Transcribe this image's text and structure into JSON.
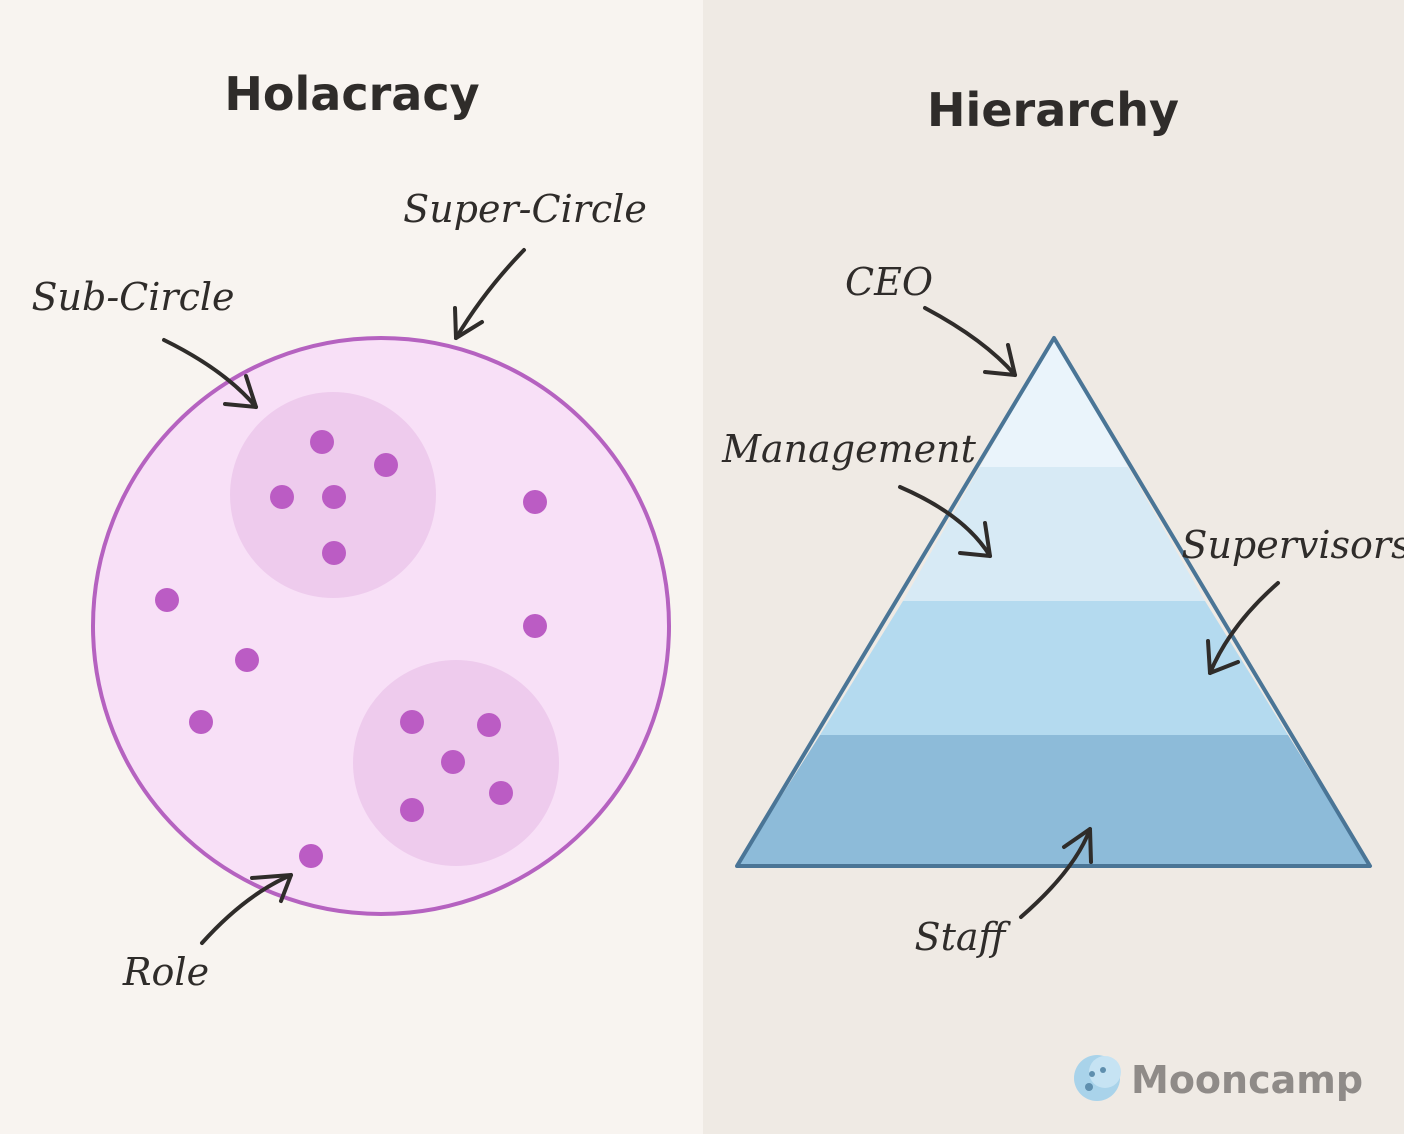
{
  "holacracy": {
    "title": "Holacracy",
    "labels": {
      "super_circle": "Super-Circle",
      "sub_circle": "Sub-Circle",
      "role": "Role"
    },
    "colors": {
      "super_fill": "#f8e0f7",
      "super_stroke": "#b562c0",
      "sub_fill": "#eecbed",
      "role_dot": "#bb5cc4"
    }
  },
  "hierarchy": {
    "title": "Hierarchy",
    "levels": [
      "CEO",
      "Management",
      "Supervisors",
      "Staff"
    ],
    "colors": {
      "level_1": "#eaf4fb",
      "level_2": "#d7eaf5",
      "level_3": "#b4daef",
      "level_4": "#8dbbd9",
      "outline": "#4a7596"
    }
  },
  "brand": {
    "name": "Mooncamp",
    "icon": "moon-logo-icon"
  }
}
